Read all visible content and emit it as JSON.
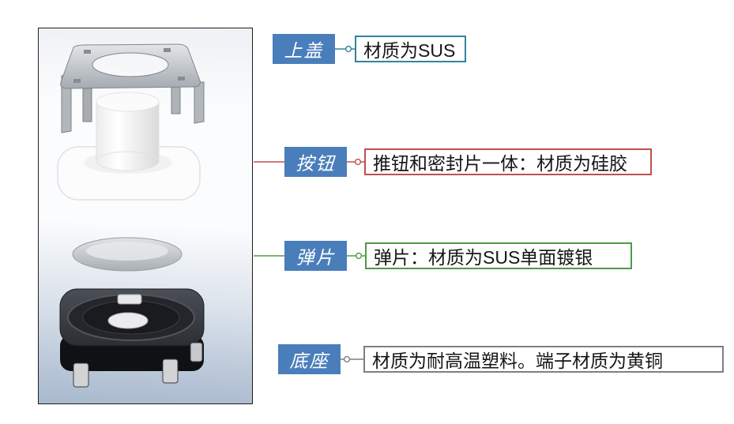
{
  "colors": {
    "label_background": "#4A7EBB",
    "label_text": "#FFFFFF",
    "accent_top_cover": "#31849B",
    "accent_button": "#C0504D",
    "accent_spring": "#4E9A45",
    "accent_base": "#7F7F7F",
    "panel_border": "#1F1F1F"
  },
  "parts": [
    {
      "label": "上盖",
      "description": "材质为SUS"
    },
    {
      "label": "按钮",
      "description": "推钮和密封片一体：材质为硅胶"
    },
    {
      "label": "弹片",
      "description": "弹片：材质为SUS单面镀银"
    },
    {
      "label": "底座",
      "description": "材质为耐高温塑料。端子材质为黄铜"
    }
  ]
}
